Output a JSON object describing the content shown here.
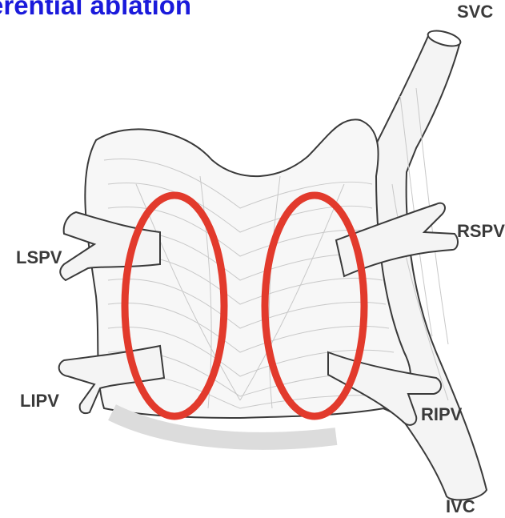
{
  "title": "erential ablation",
  "labels": {
    "svc": "SVC",
    "rspv": "RSPV",
    "lspv": "LSPV",
    "lipv": "LIPV",
    "ripv": "RIPV",
    "ivc": "IVC"
  },
  "colors": {
    "title": "#1a1adb",
    "ablation_ring": "#e23a2c",
    "outline": "#3a3a3a",
    "fibers": "#c8c8c8"
  }
}
